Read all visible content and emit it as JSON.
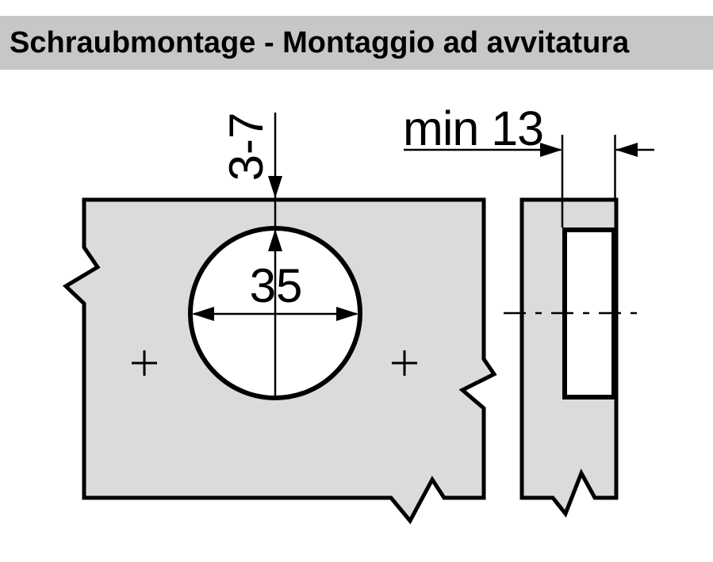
{
  "header": {
    "title": "Schraubmontage - Montaggio ad avvitatura"
  },
  "drawing": {
    "labels": {
      "edge_distance": "3-7",
      "cup_diameter": "35",
      "min_depth": "min 13"
    },
    "colors": {
      "header_bg": "#c7c7c7",
      "panel_fill": "#dbdbdb",
      "hole_fill": "#ffffff",
      "line": "#000000"
    }
  }
}
